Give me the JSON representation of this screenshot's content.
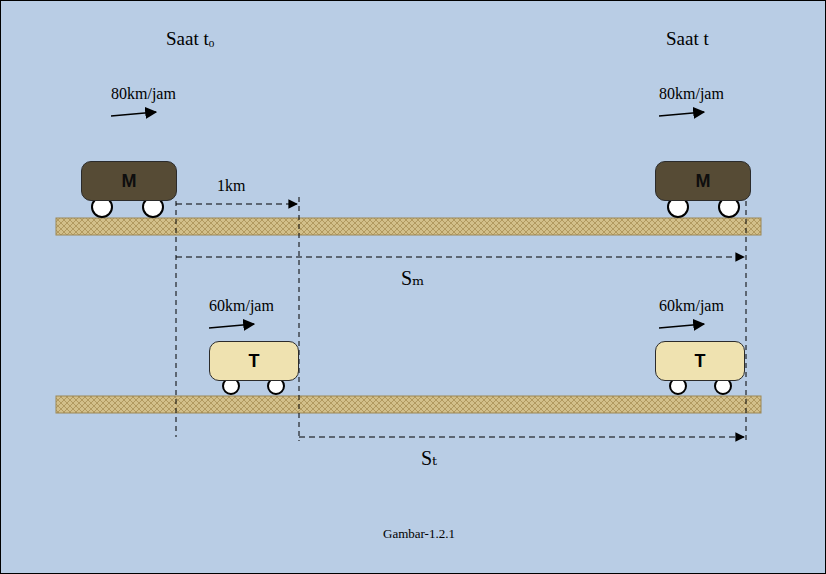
{
  "diagram": {
    "caption": "Gambar-1.2.1",
    "nodes": [
      {
        "text": [
          "M"
        ]
      },
      {
        "text": [
          "M"
        ]
      },
      {
        "text": [
          "T"
        ]
      },
      {
        "text": [
          "T"
        ]
      }
    ],
    "labels": [
      "Saat tₒ",
      "Saat t",
      "80km/jam",
      "80km/jam",
      "1km",
      "Sₘ",
      "60km/jam",
      "60km/jam",
      "Sₜ"
    ]
  }
}
